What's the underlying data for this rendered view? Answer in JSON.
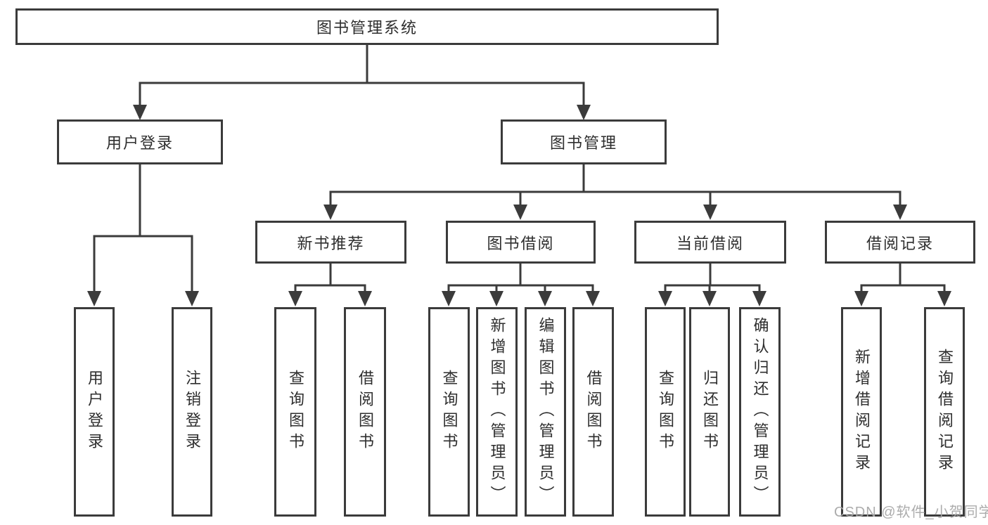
{
  "colors": {
    "line": "#3b3b3b",
    "box_border": "#3b3b3b",
    "text": "#2e2e2e",
    "watermark": "#a8a8a8",
    "background": "#ffffff"
  },
  "watermark": {
    "text": "CSDN @软件_小贺同学"
  },
  "tree": {
    "root": {
      "label": "图书管理系统"
    },
    "branches": [
      {
        "label": "用户登录",
        "children": [
          {
            "label": "用户登录"
          },
          {
            "label": "注销登录"
          }
        ]
      },
      {
        "label": "图书管理",
        "sections": [
          {
            "label": "新书推荐",
            "children": [
              {
                "label": "查询图书"
              },
              {
                "label": "借阅图书"
              }
            ]
          },
          {
            "label": "图书借阅",
            "children": [
              {
                "label": "查询图书"
              },
              {
                "label": "新增图书（管理员）"
              },
              {
                "label": "编辑图书（管理员）"
              },
              {
                "label": "借阅图书"
              }
            ]
          },
          {
            "label": "当前借阅",
            "children": [
              {
                "label": "查询图书"
              },
              {
                "label": "归还图书"
              },
              {
                "label": "确认归还（管理员）"
              }
            ]
          },
          {
            "label": "借阅记录",
            "children": [
              {
                "label": "新增借阅记录"
              },
              {
                "label": "查询借阅记录"
              }
            ]
          }
        ]
      }
    ]
  }
}
